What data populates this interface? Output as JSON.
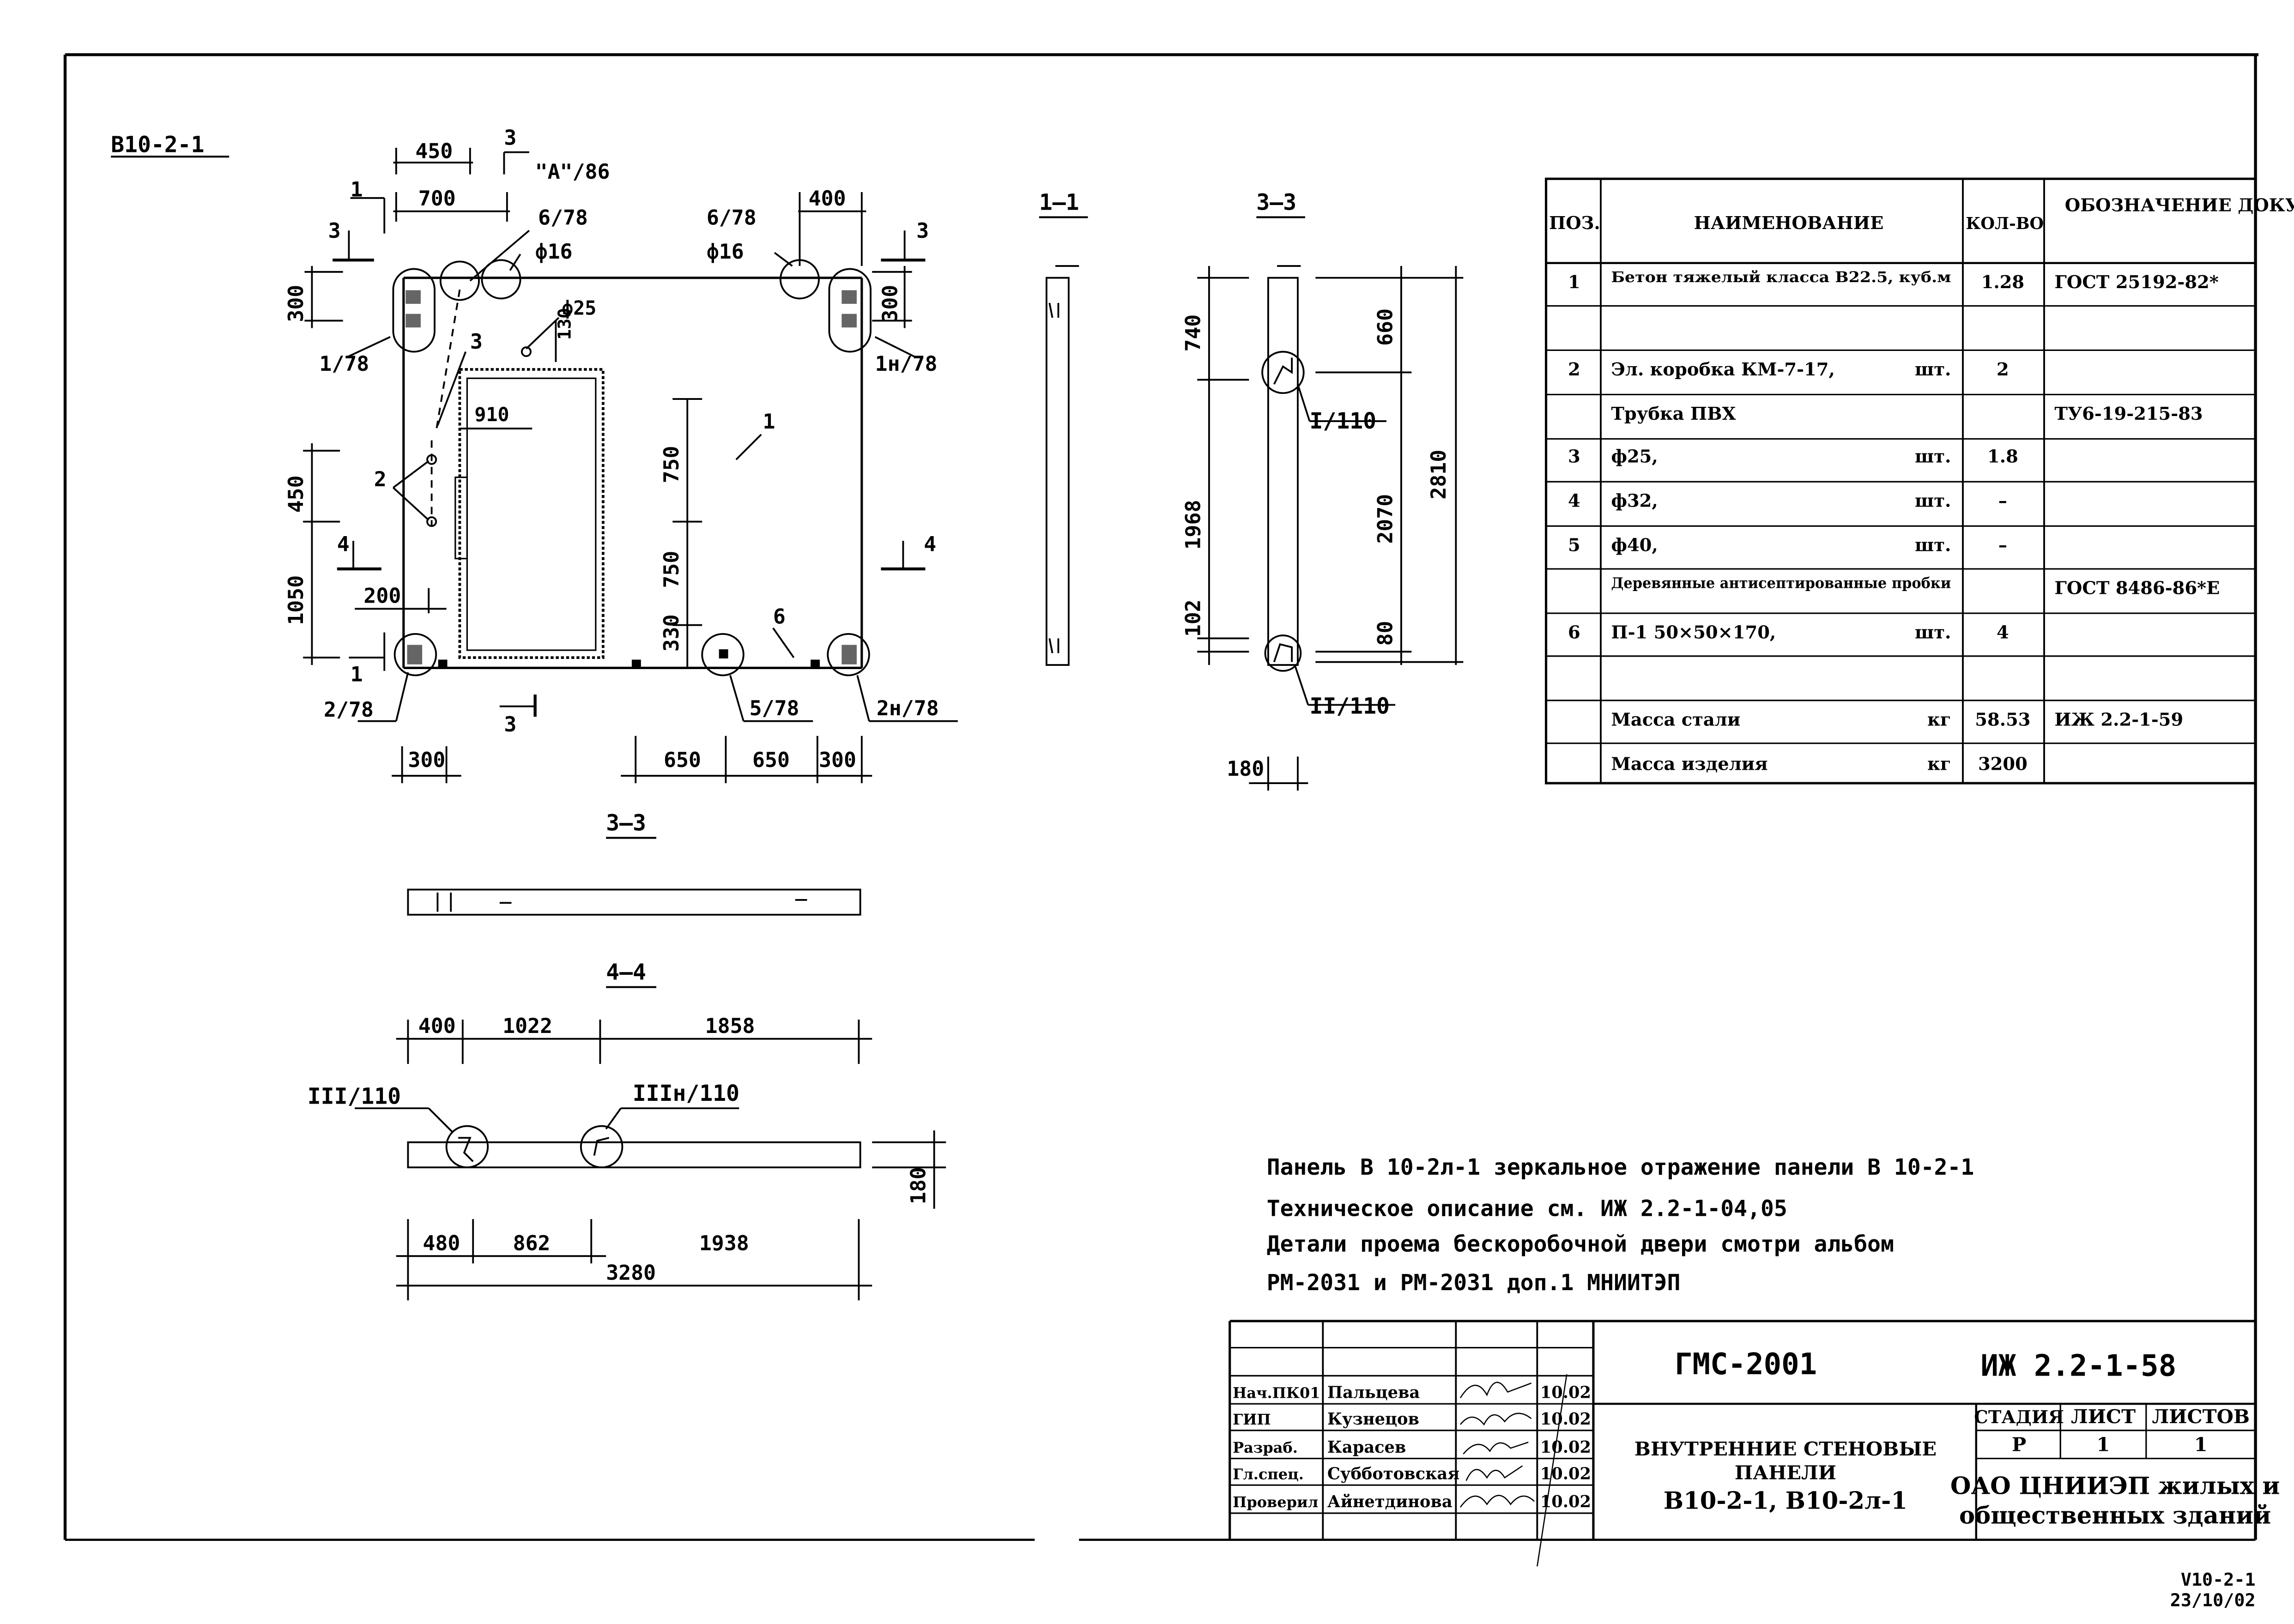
{
  "sheet_code": "В10-2-1",
  "corner_code": [
    "V10-2-1",
    "23/10/02"
  ],
  "main_view": {
    "dims": {
      "d450_top": "450",
      "d700": "700",
      "d400_top": "400",
      "d300_left": "300",
      "d300_right": "300",
      "d450_left": "450",
      "d1050": "1050",
      "d200": "200",
      "d910": "910",
      "d130": "130",
      "d750a": "750",
      "d750b": "750",
      "d330": "330",
      "d300_bl": "300",
      "d650a": "650",
      "d650b": "650",
      "d300_br": "300"
    },
    "labels": {
      "A86": "\"А\"/86",
      "cut3_top": "3",
      "cut1_top": "1",
      "cut3_left": "3",
      "cut3_right": "3",
      "p678_left": "6/78",
      "phi16_left": "ф16",
      "p678_right": "6/78",
      "phi16_right": "ф16",
      "phi25": "ф25",
      "l3": "3",
      "l1": "1",
      "l2": "2",
      "p178": "1/78",
      "p1n78": "1н/78",
      "cut4_left": "4",
      "cut4_right": "4",
      "cut1_bot": "1",
      "cut3_bot": "3",
      "p278": "2/78",
      "p578": "5/78",
      "p2n78": "2н/78",
      "l6": "6"
    }
  },
  "section_11": {
    "title": "1–1"
  },
  "section_33": {
    "title": "3–3",
    "dims": {
      "d740": "740",
      "d1968": "1968",
      "d102": "102",
      "d660": "660",
      "d2070": "2070",
      "d80": "80",
      "d2810": "2810",
      "d180": "180"
    },
    "labels": {
      "I110": "I/110",
      "II110": "II/110"
    }
  },
  "plan_33": {
    "title": "3–3"
  },
  "plan_44": {
    "title": "4–4",
    "dims": {
      "d400": "400",
      "d1022": "1022",
      "d1858": "1858",
      "d480": "480",
      "d862": "862",
      "d1938": "1938",
      "d3280": "3280",
      "d180": "180"
    },
    "labels": {
      "III110": "III/110",
      "IIIn110": "IIIн/110"
    }
  },
  "spec_table": {
    "headers": [
      "ПОЗ.",
      "НАИМЕНОВАНИЕ",
      "КОЛ-ВО",
      "ОБОЗНАЧЕНИЕ ДОКУМЕНТА"
    ],
    "rows": [
      {
        "pos": "1",
        "name": "Бетон тяжелый класса В22.5, куб.м",
        "unit": "",
        "qty": "1.28",
        "doc": "ГОСТ 25192-82*"
      },
      {
        "pos": "",
        "name": "",
        "unit": "",
        "qty": "",
        "doc": ""
      },
      {
        "pos": "2",
        "name": "Эл. коробка КМ-7-17,",
        "unit": "шт.",
        "qty": "2",
        "doc": ""
      },
      {
        "pos": "",
        "name": "Трубка ПВХ",
        "unit": "",
        "qty": "",
        "doc": "ТУ6-19-215-83"
      },
      {
        "pos": "3",
        "name": "ф25,",
        "unit": "шт.",
        "qty": "1.8",
        "doc": ""
      },
      {
        "pos": "4",
        "name": "ф32,",
        "unit": "шт.",
        "qty": "–",
        "doc": ""
      },
      {
        "pos": "5",
        "name": "ф40,",
        "unit": "шт.",
        "qty": "–",
        "doc": ""
      },
      {
        "pos": "",
        "name": "Деревянные антисептированные пробки",
        "unit": "",
        "qty": "",
        "doc": "ГОСТ 8486-86*Е"
      },
      {
        "pos": "6",
        "name": "П-1   50×50×170,",
        "unit": "шт.",
        "qty": "4",
        "doc": ""
      },
      {
        "pos": "",
        "name": "",
        "unit": "",
        "qty": "",
        "doc": ""
      },
      {
        "pos": "",
        "name": "Масса стали",
        "unit": "кг",
        "qty": "58.53",
        "doc": "ИЖ 2.2-1-59"
      },
      {
        "pos": "",
        "name": "Масса изделия",
        "unit": "кг",
        "qty": "3200",
        "doc": ""
      }
    ]
  },
  "notes": [
    "Панель В 10-2л-1 зеркальное отражение панели В 10-2-1",
    "Техническое описание  см. ИЖ 2.2-1-04,05",
    "Детали проема бескоробочной двери смотри альбом",
    "РМ-2031 и РМ-2031 доп.1 МНИИТЭП"
  ],
  "title_block": {
    "project": "ГМС-2001",
    "doc_code": "ИЖ 2.2-1-58",
    "title_lines": [
      "ВНУТРЕННИЕ СТЕНОВЫЕ",
      "ПАНЕЛИ",
      "В10-2-1, В10-2л-1"
    ],
    "stage_headers": [
      "СТАДИЯ",
      "ЛИСТ",
      "ЛИСТОВ"
    ],
    "stage_values": [
      "Р",
      "1",
      "1"
    ],
    "org_lines": [
      "ОАО ЦНИИЭП жилых и",
      "общественных зданий"
    ],
    "signers": [
      {
        "role": "Нач.ПК01",
        "name": "Пальцева",
        "date": "10.02"
      },
      {
        "role": "ГИП",
        "name": "Кузнецов",
        "date": "10.02"
      },
      {
        "role": "Разраб.",
        "name": "Карасев",
        "date": "10.02"
      },
      {
        "role": "Гл.спец.",
        "name": "Субботовская",
        "date": "10.02"
      },
      {
        "role": "Проверил",
        "name": "Айнетдинова",
        "date": "10.02"
      }
    ]
  }
}
